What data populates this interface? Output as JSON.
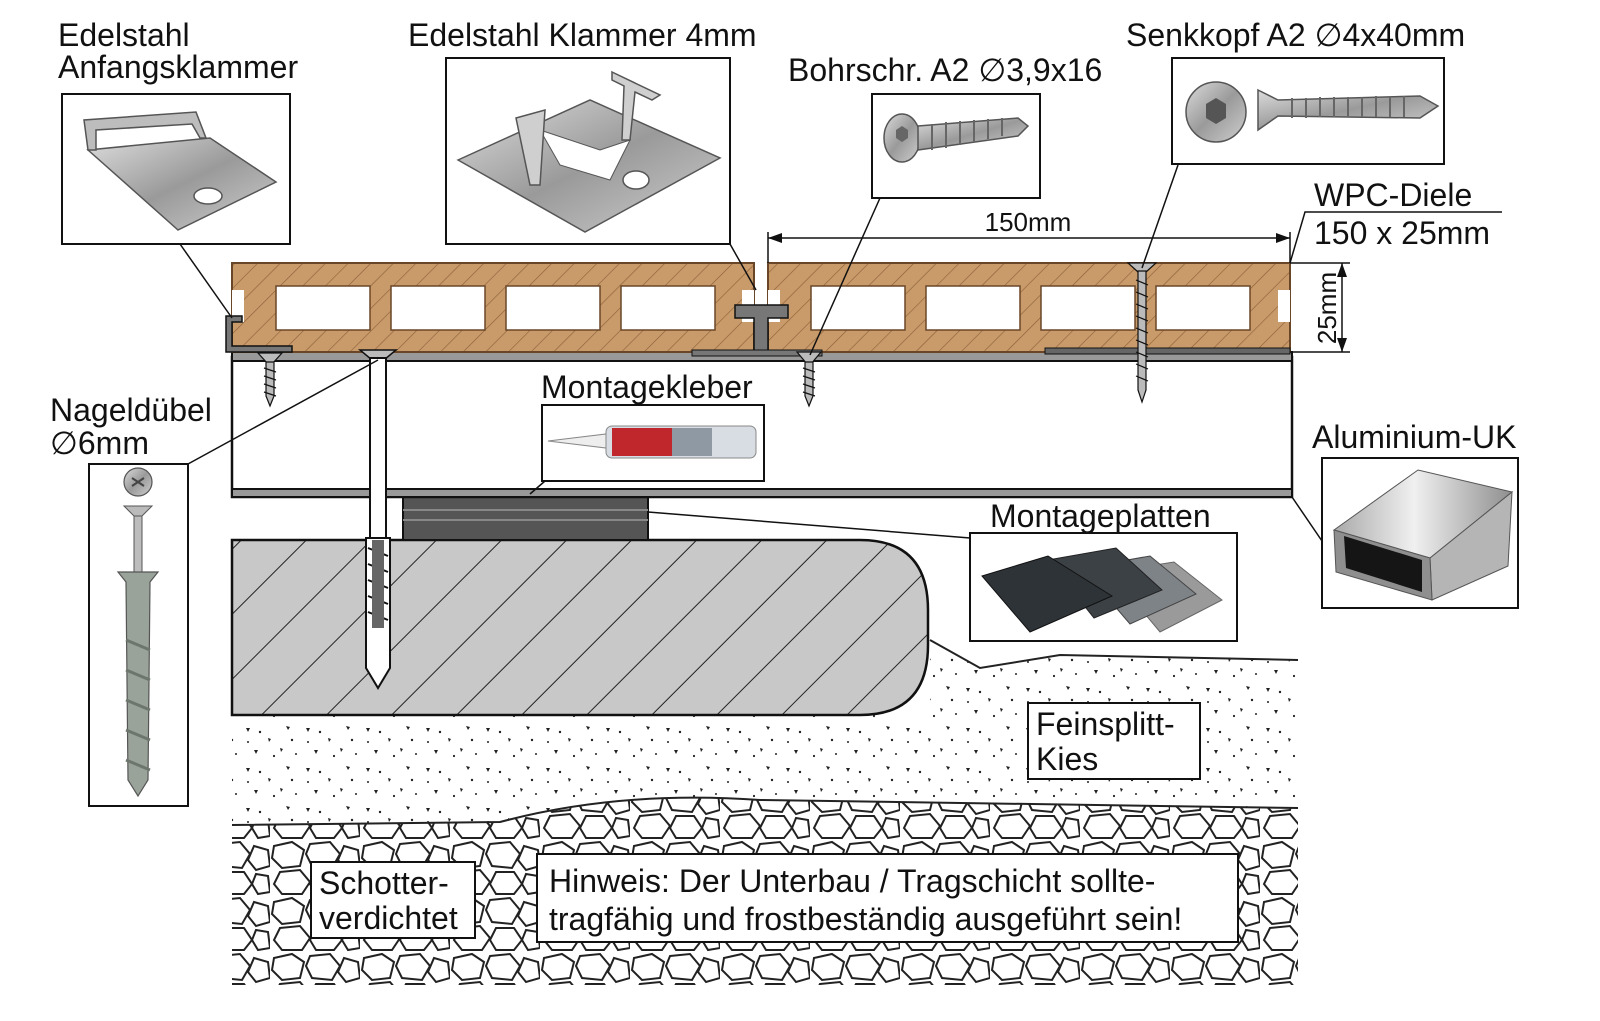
{
  "labels": {
    "anfangsklammer_1": "Edelstahl",
    "anfangsklammer_2": "Anfangsklammer",
    "klammer": "Edelstahl Klammer 4mm",
    "bohrschraube": "Bohrschr. A2 ∅3,9x16",
    "senkkopf": "Senkkopf A2 ∅4x40mm",
    "wpc_1": "WPC-Diele",
    "wpc_2": "150 x 25mm",
    "width_dim": "150mm",
    "height_dim": "25mm",
    "nageldubel_1": "Nageldübel",
    "nageldubel_2": "∅6mm",
    "montagekleber": "Montagekleber",
    "aluminium": "Aluminium-UK",
    "montageplatten": "Montageplatten",
    "feinsplitt_1": "Feinsplitt-",
    "feinsplitt_2": "Kies",
    "schotter_1": "Schotter-",
    "schotter_2": "verdichtet",
    "hinweis_1": "Hinweis: Der Unterbau / Tragschicht sollte-",
    "hinweis_2": "tragfähig und frostbeständig ausgeführt sein!"
  },
  "colors": {
    "wpc": "#c99a6a",
    "wpc_hatch": "#8a5f36",
    "concrete": "#c8c8c8",
    "steel": "#9a9a9a",
    "dark_plate": "#555555",
    "line": "#111111"
  },
  "icons": {
    "clip": "stainless-steel-starter-clip-icon",
    "screw": "drill-screw-icon",
    "dowel": "nail-dowel-icon",
    "glue": "adhesive-cartridge-icon",
    "profile": "aluminium-square-profile-icon",
    "pads": "mounting-pads-icon"
  }
}
